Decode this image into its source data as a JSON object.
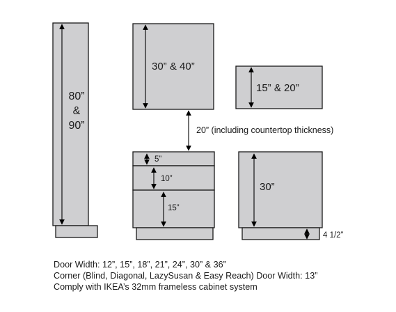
{
  "labels": {
    "tall_height_line1": "80”",
    "tall_height_line2": "&",
    "tall_height_line3": "90”",
    "wall_height": "30” & 40”",
    "small_wall_height": "15” & 20”",
    "gap": "20” (including countertop thickness)",
    "drawer_top": "5”",
    "drawer_middle": "10”",
    "drawer_bottom": "15”",
    "base_height": "30”",
    "toe_kick": "4 1/2”"
  },
  "notes": [
    "Door Width:   12”, 15”, 18”, 21”, 24”, 30” & 36”",
    "Corner (Blind, Diagonal, LazySusan & Easy Reach) Door Width: 13”",
    "Comply with IKEA’s 32mm frameless cabinet system"
  ],
  "colors": {
    "cabinet_fill": "#cfcfd1",
    "outline": "#1a1a1a"
  }
}
